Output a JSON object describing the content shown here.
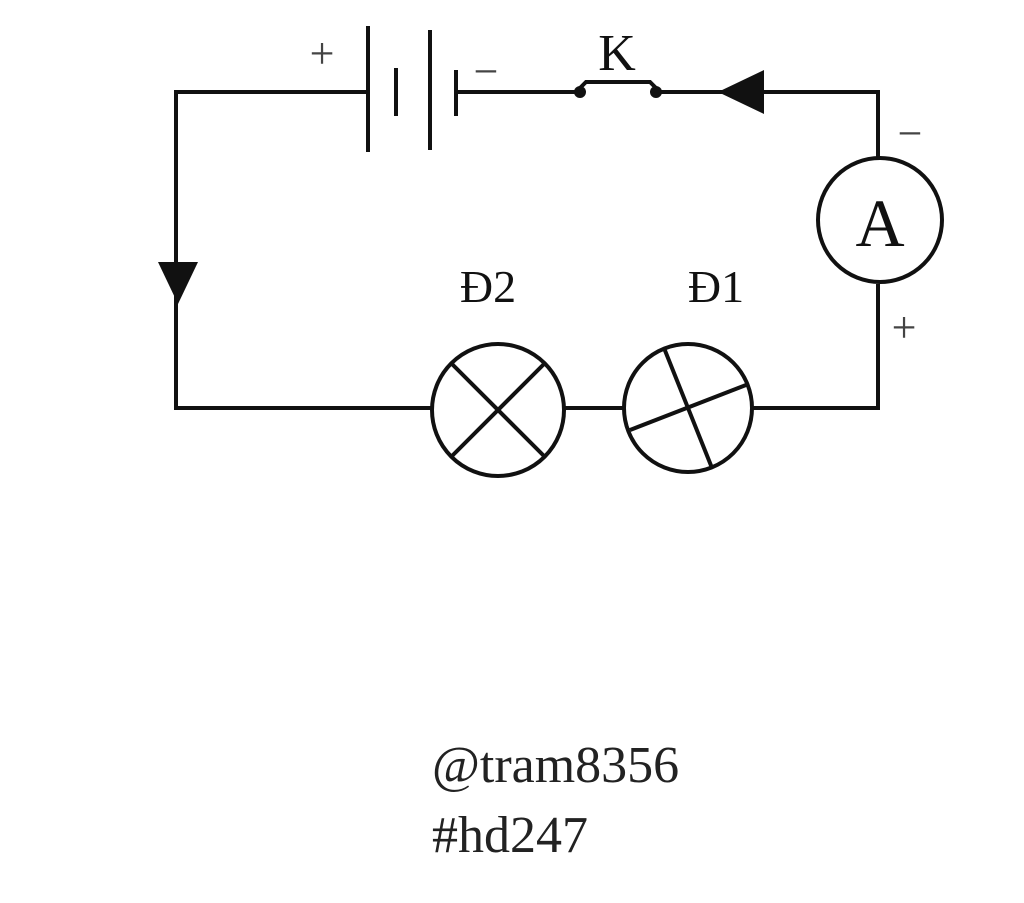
{
  "diagram": {
    "switch_label": "K",
    "lamp2_label": "Đ2",
    "lamp1_label": "Đ1",
    "ammeter_label": "A",
    "battery_plus": "+",
    "battery_minus": "−",
    "ammeter_minus": "−",
    "ammeter_plus": "+",
    "colors": {
      "stroke": "#111111",
      "text": "#222222",
      "background": "#ffffff"
    }
  },
  "watermark": {
    "line1": "@tram8356",
    "line2": "#hd247"
  }
}
